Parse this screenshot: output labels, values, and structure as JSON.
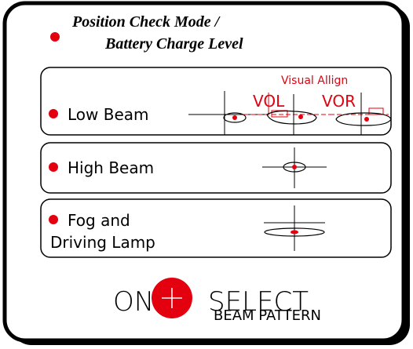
{
  "header": {
    "title_line1": "Position Check Mode /",
    "title_line2": "Battery Charge Level"
  },
  "modes": {
    "low_beam": {
      "label": "Low Beam",
      "visual_align_label": "Visual Allign",
      "vol_label": "VOL",
      "vor_label": "VOR"
    },
    "high_beam": {
      "label": "High Beam"
    },
    "fog": {
      "label_line1": "Fog and",
      "label_line2": "Driving Lamp"
    }
  },
  "footer": {
    "on_label": "ON",
    "select_label": "SELECT",
    "beam_pattern_label": "BEAM PATTERN"
  },
  "colors": {
    "accent_red": "#e3000f",
    "outline": "#000000",
    "background": "#ffffff"
  }
}
